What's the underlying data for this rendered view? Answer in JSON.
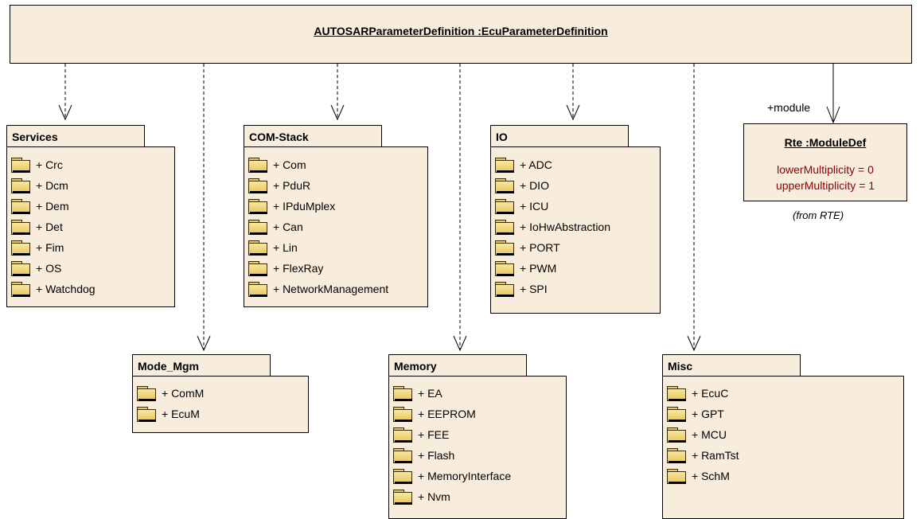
{
  "top_class": {
    "title": "AUTOSARParameterDefinition :EcuParameterDefinition"
  },
  "packages": {
    "services": {
      "name": "Services",
      "items": [
        "+ Crc",
        "+ Dcm",
        "+ Dem",
        "+ Det",
        "+ Fim",
        "+ OS",
        "+ Watchdog"
      ]
    },
    "com_stack": {
      "name": "COM-Stack",
      "items": [
        "+ Com",
        "+ PduR",
        "+ IPduMplex",
        "+ Can",
        "+ Lin",
        "+ FlexRay",
        "+ NetworkManagement"
      ]
    },
    "io": {
      "name": "IO",
      "items": [
        "+ ADC",
        "+ DIO",
        "+ ICU",
        "+ IoHwAbstraction",
        "+ PORT",
        "+ PWM",
        "+ SPI"
      ]
    },
    "mode_mgm": {
      "name": "Mode_Mgm",
      "items": [
        "+ ComM",
        "+ EcuM"
      ]
    },
    "memory": {
      "name": "Memory",
      "items": [
        "+ EA",
        "+ EEPROM",
        "+ FEE",
        "+ Flash",
        "+ MemoryInterface",
        "+ Nvm"
      ]
    },
    "misc": {
      "name": "Misc",
      "items": [
        "+ EcuC",
        "+ GPT",
        "+ MCU",
        "+ RamTst",
        "+ SchM"
      ]
    }
  },
  "rte": {
    "title": "Rte :ModuleDef",
    "lower": "lowerMultiplicity = 0",
    "upper": "upperMultiplicity = 1",
    "from": "(from RTE)",
    "role": "+module"
  },
  "colors": {
    "fill": "#f8ecdc",
    "attribute": "#8b0000",
    "folder": "#e7c65e"
  },
  "icons": {
    "package_item": "folder-icon"
  }
}
